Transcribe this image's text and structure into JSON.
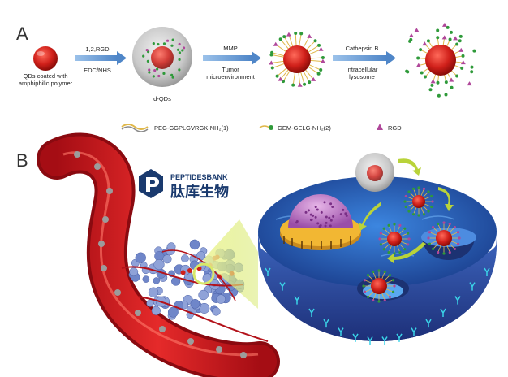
{
  "panel_a": {
    "letter": "A",
    "step0_caption": [
      "QDs coated with",
      "amphiphilic polymer"
    ],
    "step1_top": "1,2,RGD",
    "step1_bottom": "EDC/NHS",
    "step2_caption": "d-QDs",
    "step3_top": "MMP",
    "step3_bottom": [
      "Tumor",
      "microenvironment"
    ],
    "step4_top": "Cathepsin B",
    "step4_bottom": [
      "Intracellular",
      "lysosome"
    ]
  },
  "legend": {
    "item1": "PEG-GGPLGVRGK-NH₂(1)",
    "item2": "GEM-GELG-NH₂(2)",
    "item3": "RGD"
  },
  "panel_b": {
    "letter": "B"
  },
  "watermark": {
    "name_en": "PEPTIDESBANK",
    "name_cn": "肽库生物"
  },
  "colors": {
    "qd_red": "#d0201a",
    "shell_gray": "#c8c8c8",
    "arrow_blue": "#6a9fd6",
    "peg_yellow": "#e0b84a",
    "gem_green": "#2f9a3a",
    "rgd_purple": "#b0479a",
    "vessel_red": "#c8141c",
    "cell_blue": "#2a5bb8",
    "logo_blue": "#1a3a6e"
  }
}
